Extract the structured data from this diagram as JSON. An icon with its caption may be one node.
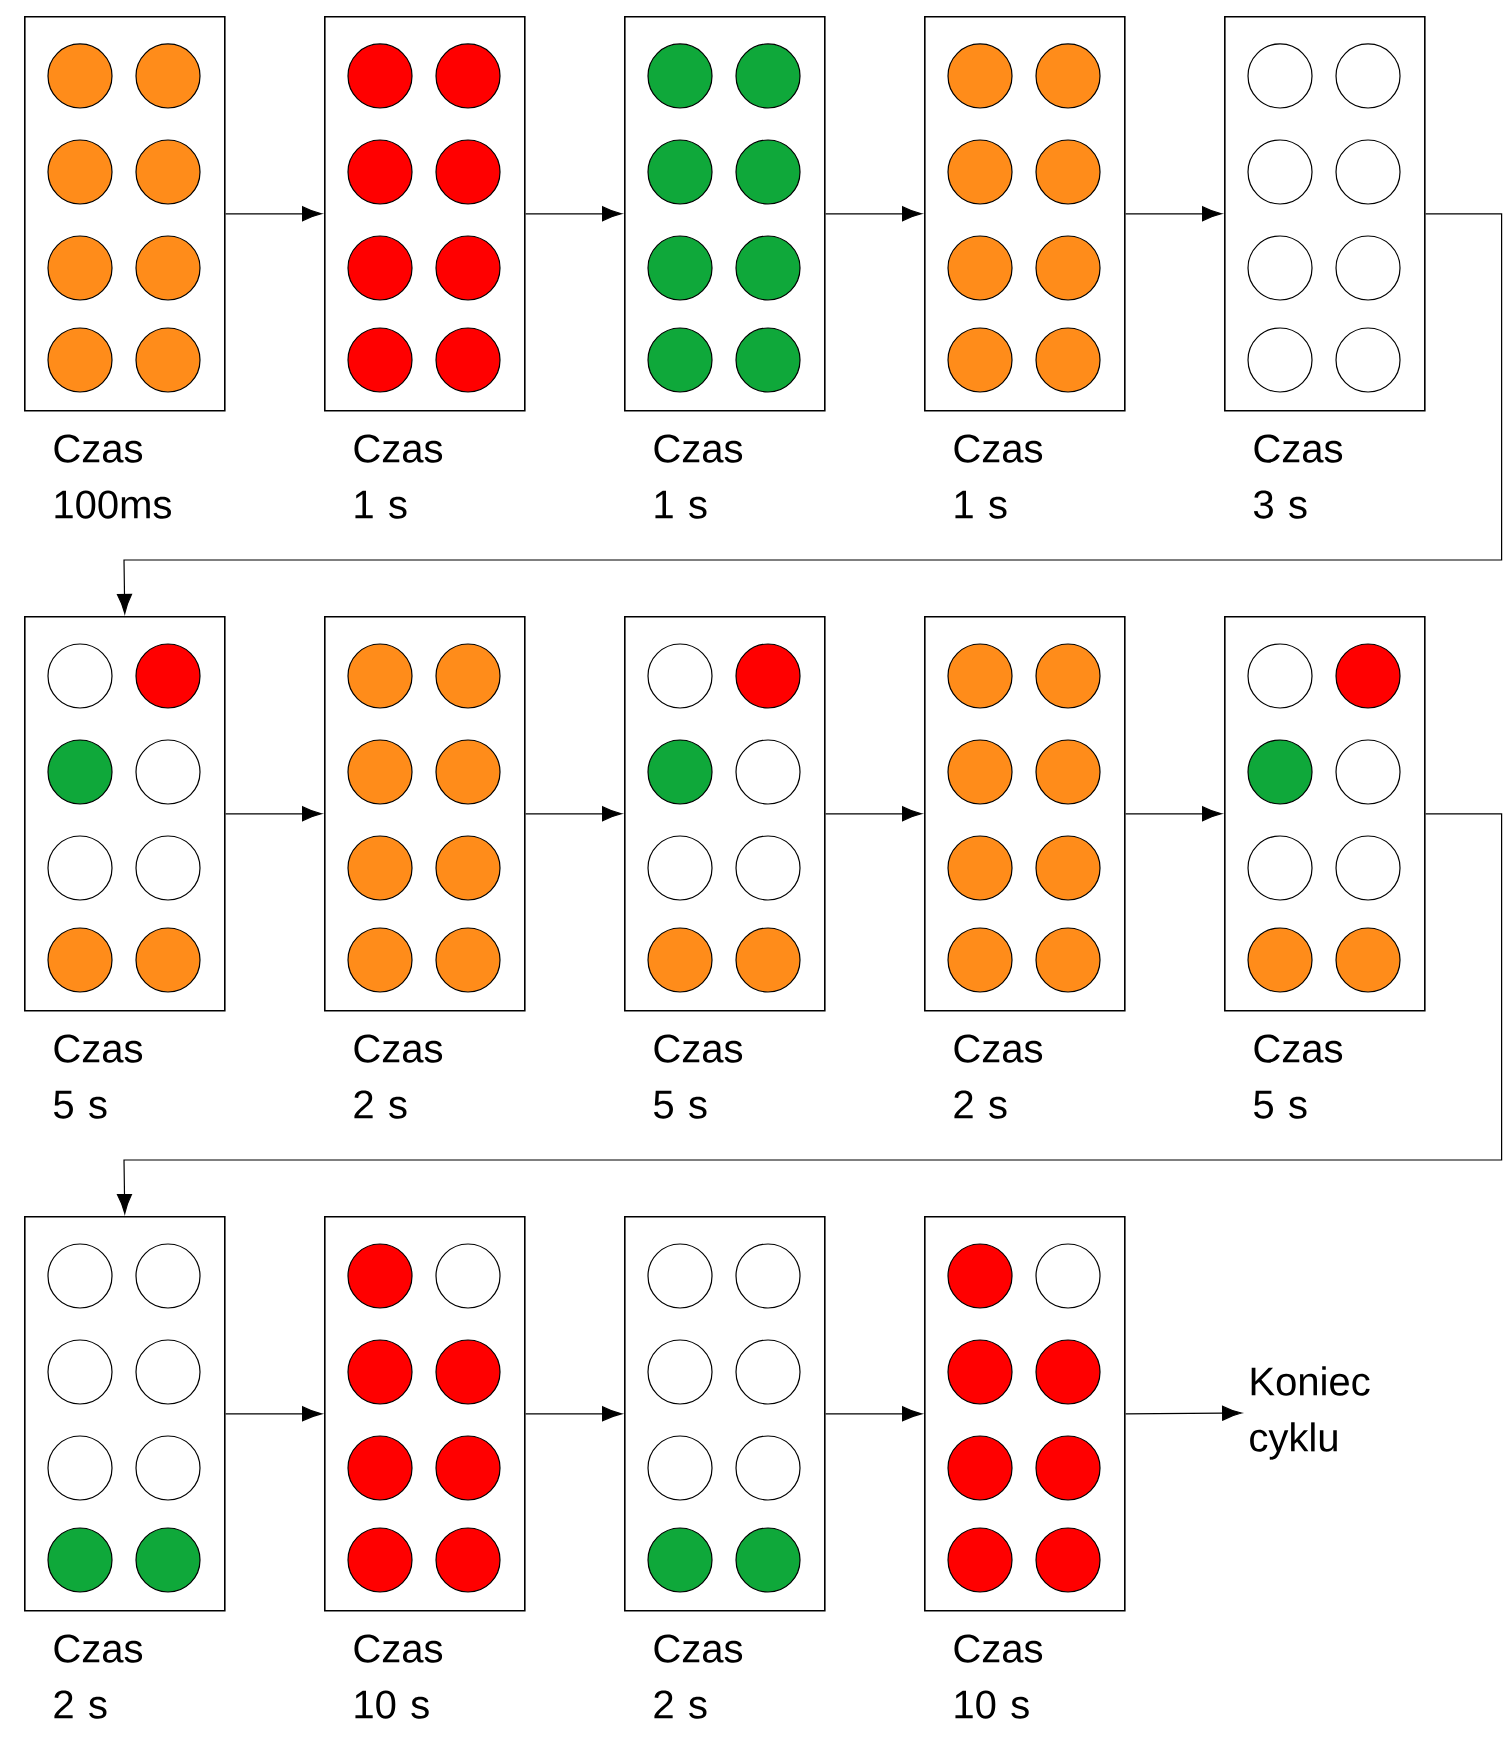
{
  "diagram": {
    "nodes": [
      {
        "text": [],
        "shape": "box",
        "beside": [
          "Czas 100ms"
        ]
      },
      {
        "text": [],
        "shape": "box",
        "beside": [
          "Czas 1 s"
        ]
      },
      {
        "text": [],
        "shape": "box",
        "beside": [
          "Czas 1 s"
        ]
      },
      {
        "text": [],
        "shape": "box",
        "beside": [
          "Czas 1 s"
        ]
      },
      {
        "text": [],
        "shape": "box",
        "beside": [
          "Czas 3 s"
        ]
      },
      {
        "text": [],
        "shape": "box",
        "beside": [
          "Czas 5 s"
        ]
      },
      {
        "text": [],
        "shape": "box",
        "beside": [
          "Czas 2 s"
        ]
      },
      {
        "text": [],
        "shape": "box",
        "beside": [
          "Czas 5 s"
        ]
      },
      {
        "text": [],
        "shape": "box",
        "beside": [
          "Czas 2 s"
        ]
      },
      {
        "text": [],
        "shape": "box",
        "beside": [
          "Czas 5 s"
        ]
      },
      {
        "text": [],
        "shape": "box",
        "beside": [
          "Czas 2 s"
        ]
      },
      {
        "text": [],
        "shape": "box",
        "beside": [
          "Czas 10 s"
        ]
      },
      {
        "text": [],
        "shape": "box",
        "beside": [
          "Czas 2 s"
        ]
      },
      {
        "text": [],
        "shape": "box",
        "beside": [
          "Czas 10 s"
        ]
      },
      {
        "text": [
          "Koniec cyklu"
        ]
      }
    ],
    "edges": [
      {
        "from": 0,
        "to": 1,
        "arrow": "to"
      },
      {
        "from": 1,
        "to": 2,
        "arrow": "to"
      },
      {
        "from": 2,
        "to": 3,
        "arrow": "to"
      },
      {
        "from": 3,
        "to": 4,
        "arrow": "to"
      },
      {
        "from": 4,
        "to": 5,
        "arrow": "to"
      },
      {
        "from": 5,
        "to": 6,
        "arrow": "to"
      },
      {
        "from": 6,
        "to": 7,
        "arrow": "to"
      },
      {
        "from": 7,
        "to": 8,
        "arrow": "to"
      },
      {
        "from": 8,
        "to": 9,
        "arrow": "to"
      },
      {
        "from": 9,
        "to": 10,
        "arrow": "to"
      },
      {
        "from": 10,
        "to": 11,
        "arrow": "to"
      },
      {
        "from": 11,
        "to": 12,
        "arrow": "to"
      },
      {
        "from": 12,
        "to": 13,
        "arrow": "to"
      },
      {
        "from": 13,
        "to": 14,
        "arrow": "to"
      }
    ]
  }
}
